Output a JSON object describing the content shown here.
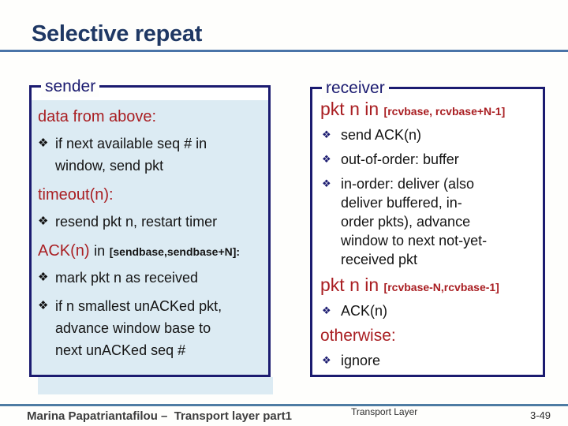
{
  "title": "Selective repeat",
  "colors": {
    "border_navy": "#1b1b70",
    "heading_red": "#a91e22",
    "fill_light_blue": "#dcebf3",
    "title_navy": "#1f3864",
    "title_rule_blue": "#4a74a8",
    "footer_rule_blue": "#4e7ca3"
  },
  "sender": {
    "label": "sender",
    "data_from_above": {
      "heading": "data from above:",
      "bullet": "if next available seq # in\nwindow, send pkt"
    },
    "timeout": {
      "heading": "timeout(n):",
      "bullet": "resend pkt n, restart timer"
    },
    "ack": {
      "keyword": "ACK(n)",
      "in_word": "in",
      "range": "[sendbase,sendbase+N]:",
      "bullets": [
        "mark pkt n as received",
        "if n smallest unACKed pkt,\nadvance window base to\nnext unACKed seq #"
      ]
    },
    "bullet_glyph": "❖"
  },
  "receiver": {
    "label": "receiver",
    "pkt_in_window": {
      "keyword": "pkt n in ",
      "range": "[rcvbase, rcvbase+N-1]",
      "bullets": [
        "send ACK(n)",
        "out-of-order: buffer",
        "in-order: deliver (also\ndeliver buffered, in-\norder pkts), advance\nwindow to next not-yet-\nreceived pkt"
      ]
    },
    "pkt_in_old": {
      "keyword": "pkt n in ",
      "range": "[rcvbase-N,rcvbase-1]",
      "bullet": "ACK(n)"
    },
    "otherwise": {
      "heading": "otherwise:",
      "bullet": "ignore"
    },
    "bullet_glyph": "❖"
  },
  "footer": {
    "left": "Marina Papatriantafilou –  Transport layer part1",
    "center": "Transport Layer",
    "right": "3-49"
  }
}
